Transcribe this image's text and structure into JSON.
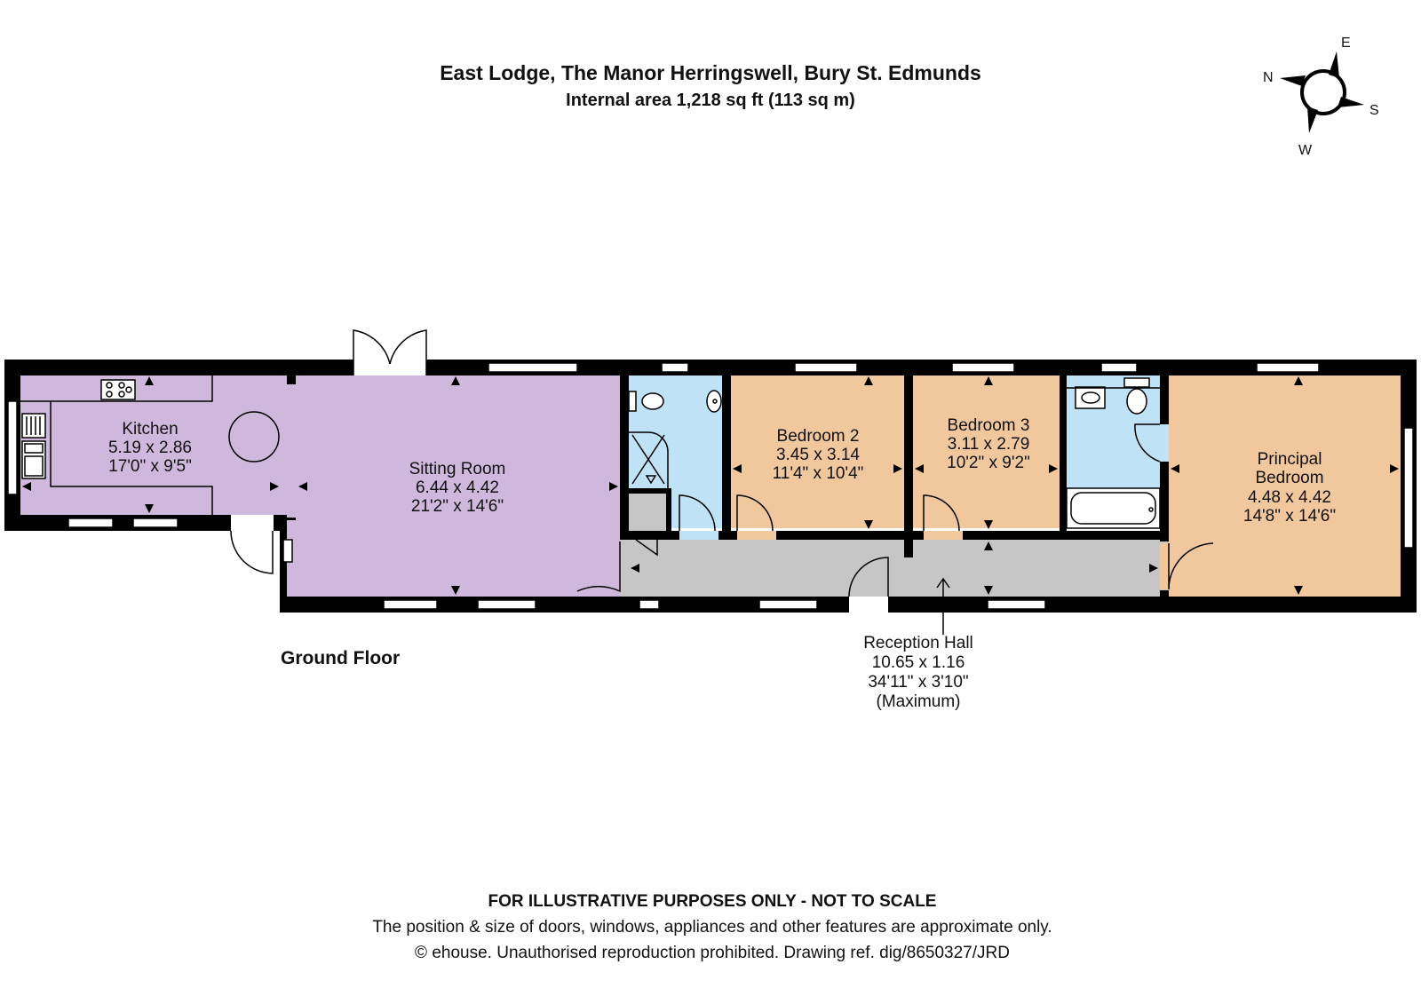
{
  "header": {
    "title": "East Lodge, The Manor Herringswell, Bury St. Edmunds",
    "subtitle": "Internal area 1,218 sq ft (113 sq m)"
  },
  "compass": {
    "n": "N",
    "e": "E",
    "s": "S",
    "w": "W"
  },
  "colors": {
    "wall": "#000000",
    "living": "#d0b8dc",
    "bathroom": "#bfe2f7",
    "bedroom": "#f1c79e",
    "hall": "#c6c6c6"
  },
  "floor_label": "Ground Floor",
  "rooms": {
    "kitchen": {
      "name": "Kitchen",
      "metric": "5.19 x 2.86",
      "imperial": "17'0\" x 9'5\""
    },
    "sitting": {
      "name": "Sitting Room",
      "metric": "6.44 x 4.42",
      "imperial": "21'2\" x 14'6\""
    },
    "bedroom2": {
      "name": "Bedroom 2",
      "metric": "3.45 x 3.14",
      "imperial": "11'4\" x 10'4\""
    },
    "bedroom3": {
      "name": "Bedroom 3",
      "metric": "3.11 x 2.79",
      "imperial": "10'2\" x 9'2\""
    },
    "principal": {
      "name_line1": "Principal",
      "name_line2": "Bedroom",
      "metric": "4.48 x 4.42",
      "imperial": "14'8\" x 14'6\""
    },
    "reception": {
      "name": "Reception Hall",
      "metric": "10.65 x 1.16",
      "imperial": "34'11\" x 3'10\"",
      "note": "(Maximum)"
    }
  },
  "footer": {
    "line1": "FOR ILLUSTRATIVE PURPOSES ONLY - NOT TO SCALE",
    "line2": "The position & size of doors, windows, appliances and other features are approximate only.",
    "line3": "© ehouse. Unauthorised reproduction prohibited. Drawing ref. dig/8650327/JRD"
  }
}
